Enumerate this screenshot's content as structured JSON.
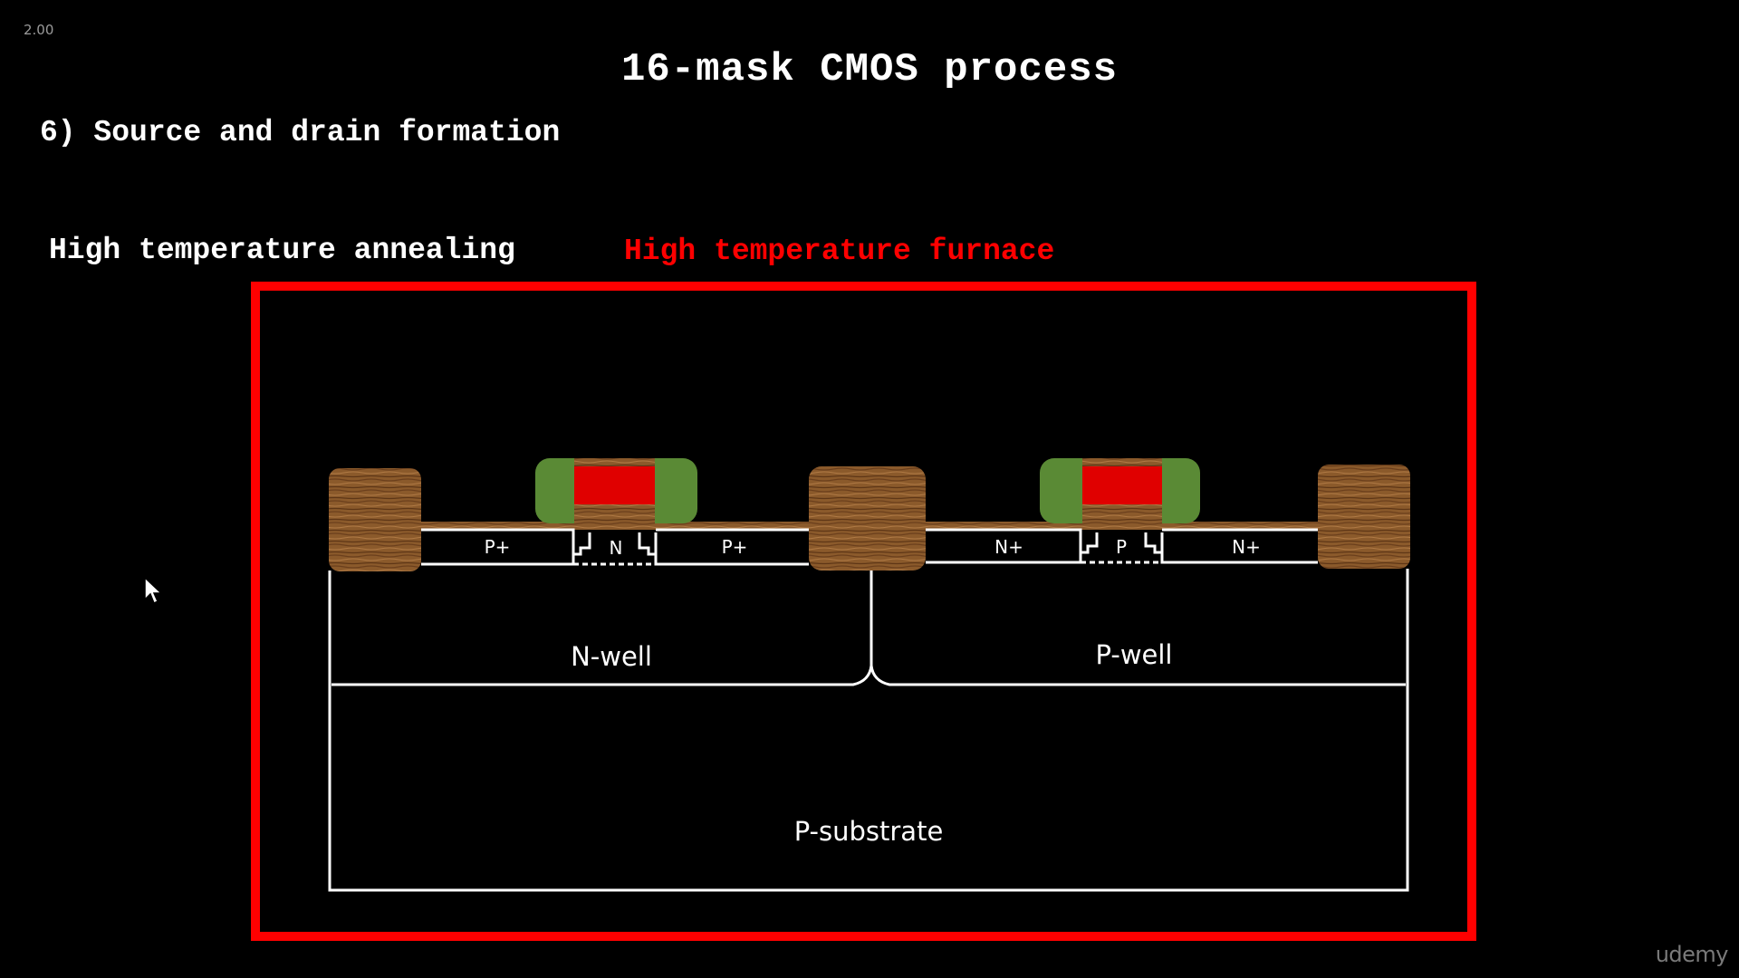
{
  "header": {
    "playback_speed": "2.00",
    "title": "16-mask CMOS process",
    "subtitle": "6) Source and drain formation"
  },
  "step": {
    "label": "High temperature annealing",
    "furnace_label": "High temperature furnace"
  },
  "diagram": {
    "regions": {
      "nmos_source_pplus_left": "P+",
      "pmos_channel_n": "N",
      "pplus_right": "P+",
      "nplus_left": "N+",
      "nmos_channel_p": "P",
      "nplus_right": "N+",
      "n_well": "N-well",
      "p_well": "P-well",
      "substrate": "P-substrate"
    },
    "colors": {
      "furnace_border": "#ff0000",
      "gate_poly": "#e00000",
      "spacer": "#5a8a35",
      "field_oxide": "#8b5a2b",
      "outline": "#ffffff"
    }
  },
  "footer": {
    "watermark": "udemy"
  }
}
